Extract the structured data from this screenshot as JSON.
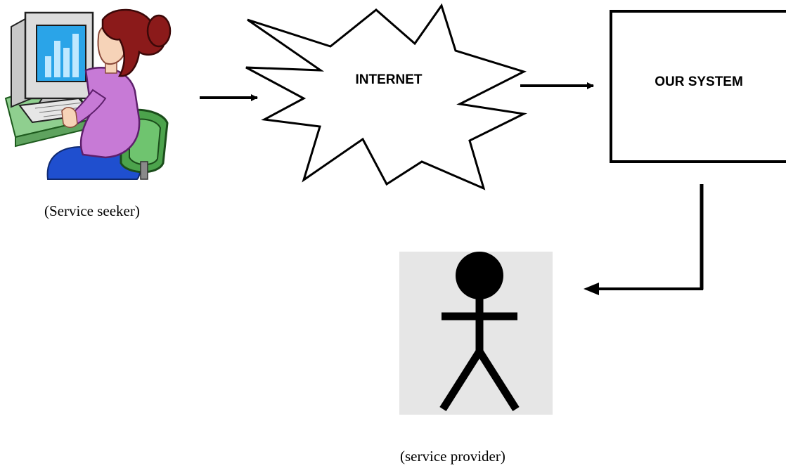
{
  "diagram": {
    "seeker_caption": "(Service seeker)",
    "internet_label": "INTERNET",
    "system_label": "OUR SYSTEM",
    "provider_caption": "(service provider)"
  },
  "icons": {
    "seeker": "woman-at-computer-clipart",
    "provider": "stick-figure"
  }
}
